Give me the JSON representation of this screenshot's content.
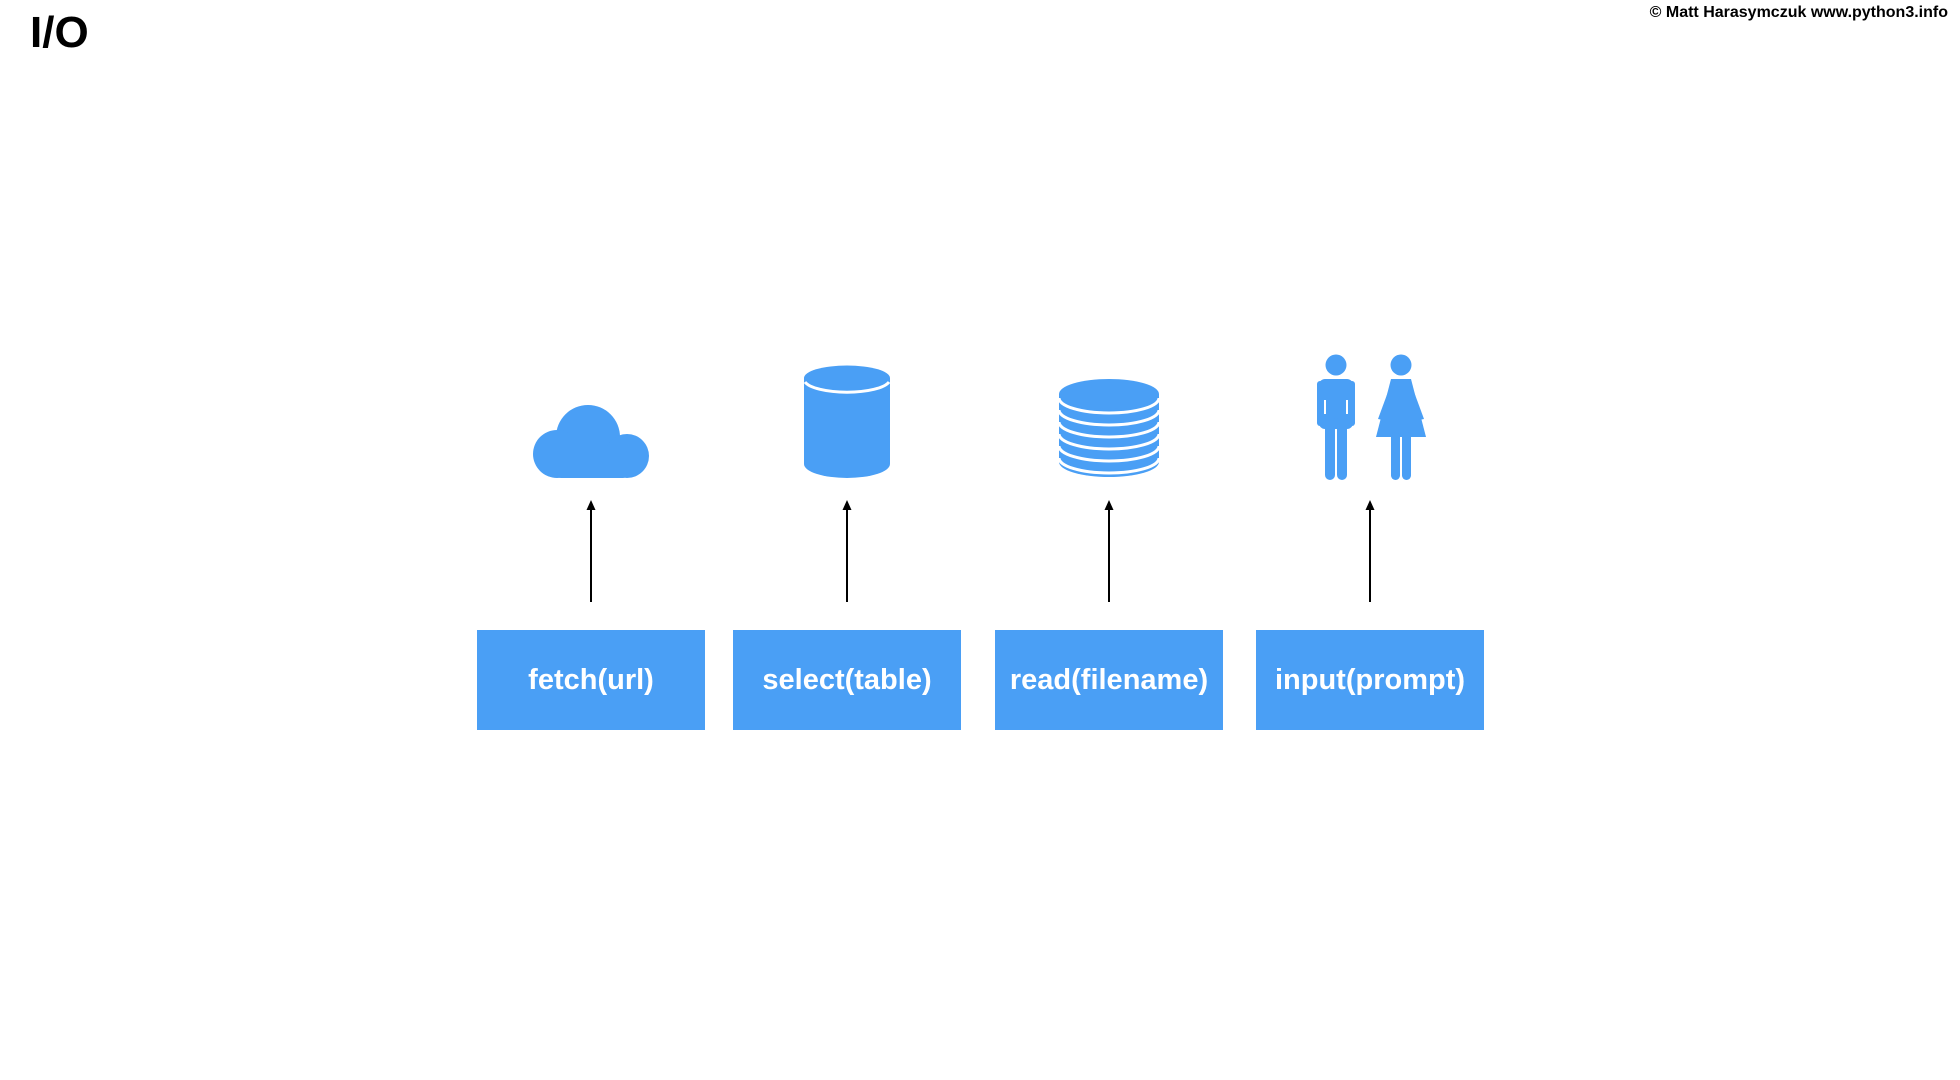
{
  "title": "I/O",
  "copyright": "© Matt Harasymczuk www.python3.info",
  "colors": {
    "accent": "#4a9ff5",
    "box_text": "#ffffff",
    "arrow": "#000000"
  },
  "items": [
    {
      "label": "fetch(url)",
      "icon": "cloud-icon"
    },
    {
      "label": "select(table)",
      "icon": "database-cylinder-icon"
    },
    {
      "label": "read(filename)",
      "icon": "storage-stack-icon"
    },
    {
      "label": "input(prompt)",
      "icon": "people-icon"
    }
  ]
}
